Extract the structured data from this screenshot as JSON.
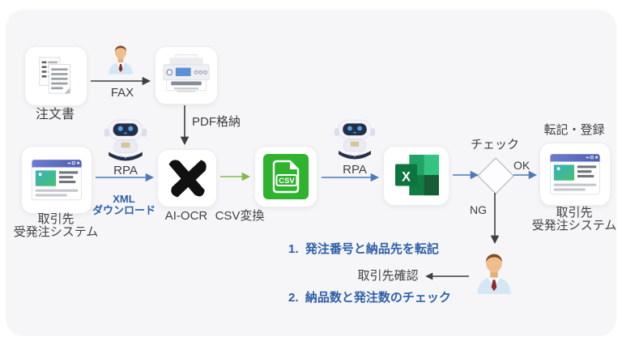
{
  "diagram": {
    "order_doc": {
      "label": "注文書"
    },
    "fax": {
      "label": "FAX"
    },
    "pdf_store": {
      "label": "PDF格納"
    },
    "ai_ocr": {
      "label": "AI-OCR"
    },
    "source_system": {
      "line1": "取引先",
      "line2": "受発注システム"
    },
    "rpa_download": {
      "label": "RPA",
      "note_line1": "XML",
      "note_line2": "ダウンロード"
    },
    "csv": {
      "file_label": "CSV",
      "convert_label": "CSV変換"
    },
    "rpa_transfer": {
      "label": "RPA"
    },
    "excel": {
      "x_label": "X",
      "tasks": [
        "1.  発注番号と納品先を転記",
        "2.  納品数と発注数のチェック"
      ]
    },
    "check": {
      "label": "チェック",
      "ok_label": "OK",
      "ng_label": "NG"
    },
    "register": {
      "label": "転記・登録"
    },
    "target_system": {
      "line1": "取引先",
      "line2": "受発注システム"
    },
    "vendor_confirm": {
      "label": "取引先確認"
    }
  },
  "colors": {
    "panel_bg": "#f6f6f8",
    "arrow_dark": "#3f3f3f",
    "arrow_blue": "#4d7ab8",
    "arrow_green": "#84b850",
    "accent_text_blue": "#2d5fa8",
    "csv_green": "#2fb32f",
    "excel_green": "#107c41",
    "robot_face_navy": "#252f47",
    "tie_red": "#8c2b2b"
  }
}
